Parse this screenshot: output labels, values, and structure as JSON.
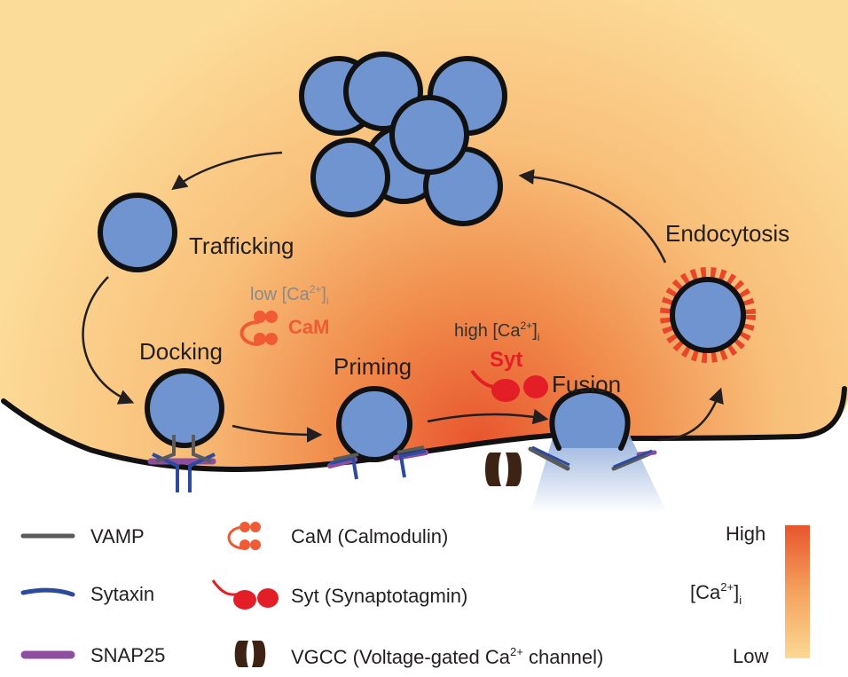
{
  "stages": {
    "trafficking": "Trafficking",
    "docking": "Docking",
    "priming": "Priming",
    "fusion": "Fusion",
    "endocytosis": "Endocytosis"
  },
  "calcium": {
    "low_prefix": "low [Ca",
    "high_prefix": "high [Ca",
    "superscript": "2+",
    "close": "]",
    "subscript": "i",
    "cam_label": "CaM",
    "syt_label": "Syt"
  },
  "legend": {
    "vamp": "VAMP",
    "syntaxin": "Sytaxin",
    "snap25": "SNAP25",
    "cam": "CaM (Calmodulin)",
    "syt": "Syt (Synaptotagmin)",
    "vgcc_prefix": "VGCC (Voltage-gated Ca",
    "vgcc_sup": "2+",
    "vgcc_suffix": " channel)"
  },
  "colorbar": {
    "high": "High",
    "low": "Low",
    "label_prefix": "[Ca",
    "label_sup": "2+",
    "label_close": "]",
    "label_sub": "i"
  },
  "colors": {
    "vesicle": "#6f94cf",
    "vamp": "#5a5a5a",
    "syntaxin": "#2b4aa0",
    "snap25": "#8e4ea0",
    "cam": "#ef5b35",
    "syt": "#e41e26",
    "vgcc": "#3d2314",
    "low_gray": "#8a8a8a",
    "high_text": "#333333",
    "gradient_high": "#e8552e",
    "gradient_low": "#fbd894"
  },
  "icons": {
    "cam": "calmodulin-icon",
    "syt": "synaptotagmin-icon",
    "vgcc": "vgcc-channel-icon",
    "clathrin": "clathrin-coated-vesicle-icon"
  }
}
